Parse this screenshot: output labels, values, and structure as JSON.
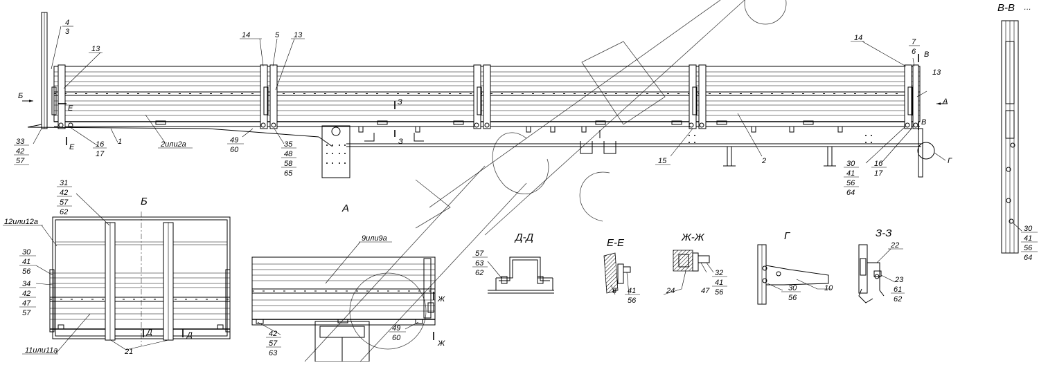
{
  "views": {
    "main": {
      "labels": {
        "p4": "4",
        "p3": "3",
        "p13a": "13",
        "p14a": "14",
        "p5": "5",
        "p13b": "13",
        "p14b": "14",
        "p7": "7",
        "p6": "6",
        "p13c": "13",
        "pB": "Б",
        "pE": "Е",
        "pZ": "З",
        "pA": "А",
        "pV": "В",
        "p33": "33",
        "p42": "42",
        "p57": "57",
        "p16": "16",
        "p17": "17",
        "p1": "1",
        "p2a": "2или2а",
        "p49": "49",
        "p60": "60",
        "p35": "35",
        "p48": "48",
        "p58": "58",
        "p65": "65",
        "p15": "15",
        "p2": "2",
        "p30": "30",
        "p41": "41",
        "p56": "56",
        "p64": "64",
        "p16b": "16",
        "p17b": "17",
        "pG": "Г",
        "pZ2": "З"
      }
    },
    "vv": {
      "title": "В-В",
      "suffix": "…",
      "labels": {
        "a": "30",
        "b": "41",
        "c": "56",
        "d": "64"
      }
    },
    "b": {
      "title": "Б",
      "labels": {
        "l31": "31",
        "l42": "42",
        "l57": "57",
        "l62": "62",
        "l12": "12или12а",
        "l30": "30",
        "l41": "41",
        "l56": "56",
        "l34": "34",
        "l42b": "42",
        "l47": "47",
        "l57b": "57",
        "l11": "11или11а",
        "l21": "21",
        "lD1": "Д",
        "lD2": "Д"
      }
    },
    "a": {
      "title": "А",
      "labels": {
        "l9": "9или9а",
        "l42": "42",
        "l57": "57",
        "l63": "63",
        "l49": "49",
        "l60": "60",
        "lZh1": "Ж",
        "lZh2": "Ж"
      }
    },
    "dd": {
      "title": "Д-Д",
      "labels": {
        "l57": "57",
        "l63": "63",
        "l62": "62"
      }
    },
    "ee": {
      "title": "Е-Е",
      "labels": {
        "l8": "8",
        "l41": "41",
        "l56": "56"
      }
    },
    "zhzh": {
      "title": "Ж-Ж",
      "labels": {
        "l32": "32",
        "l41": "41",
        "l56": "56",
        "l24": "24",
        "l47": "47"
      }
    },
    "g": {
      "title": "Г",
      "labels": {
        "l30": "30",
        "l56": "56",
        "l10": "10"
      }
    },
    "zz": {
      "title": "З-З",
      "labels": {
        "l22": "22",
        "l23": "23",
        "l61": "61",
        "l62": "62"
      }
    }
  }
}
